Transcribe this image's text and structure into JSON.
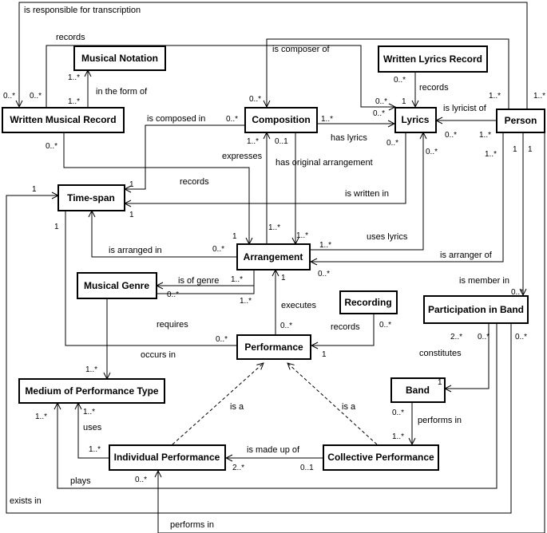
{
  "classes": {
    "musical_notation": "Musical Notation",
    "written_lyrics_record": "Written Lyrics Record",
    "written_musical_record": "Written Musical Record",
    "composition": "Composition",
    "lyrics": "Lyrics",
    "person": "Person",
    "time_span": "Time-span",
    "arrangement": "Arrangement",
    "musical_genre": "Musical Genre",
    "recording": "Recording",
    "participation_in_band": "Participation in Band",
    "performance": "Performance",
    "medium_of_performance_type": "Medium of Performance Type",
    "band": "Band",
    "individual_performance": "Individual Performance",
    "collective_performance": "Collective Performance"
  },
  "relations": {
    "is_responsible_for_transcription": "is responsible for transcription",
    "records_wmr": "records",
    "is_composer_of": "is composer of",
    "in_the_form_of": "in the form of",
    "records_wlr": "records",
    "is_lyricist_of": "is lyricist of",
    "is_composed_in": "is composed in",
    "has_lyrics": "has lyrics",
    "expresses": "expresses",
    "has_original_arrangement": "has original arrangement",
    "records_arr": "records",
    "is_written_in": "is written in",
    "uses_lyrics": "uses lyrics",
    "is_arranged_in": "is arranged in",
    "is_arranger_of": "is arranger of",
    "is_of_genre": "is of genre",
    "is_member_in": "is member in",
    "executes": "executes",
    "requires": "requires",
    "records_rec": "records",
    "occurs_in": "occurs in",
    "constitutes": "constitutes",
    "is_a_1": "is a",
    "is_a_2": "is a",
    "performs_in_band": "performs in",
    "uses": "uses",
    "is_made_up_of": "is made up of",
    "plays": "plays",
    "exists_in": "exists in",
    "performs_in": "performs in"
  },
  "multiplicities": {
    "m01": "0..*",
    "m02": "0..*",
    "m03": "1..*",
    "m04": "1..*",
    "m05": "0..*",
    "m06": "0..*",
    "m07": "1",
    "m08": "0..*",
    "m09": "0..*",
    "m10": "1..*",
    "m11": "1..*",
    "m12": "0..*",
    "m13": "1..*",
    "m14": "0..*",
    "m15": "0..*",
    "m16": "1..*",
    "m17": "1..*",
    "m18": "1",
    "m19": "1",
    "m20": "1..*",
    "m21": "1..*",
    "m22": "0..1",
    "m23": "1",
    "m24": "1",
    "m25": "1",
    "m26": "1",
    "m27": "1..*",
    "m28": "1..*",
    "m29": "0..*",
    "m30": "1",
    "m31": "0..*",
    "m32": "1..*",
    "m33": "0..*",
    "m34": "1",
    "m35": "1..*",
    "m36": "0..*",
    "m37": "0..*",
    "m38": "1",
    "m39": "1..*",
    "m40": "2..*",
    "m41": "0..*",
    "m42": "0..*",
    "m43": "1",
    "m44": "0..*",
    "m45": "1..*",
    "m46": "1..*",
    "m47": "1..*",
    "m48": "2..*",
    "m49": "0..1",
    "m50": "0..*",
    "m51": "0..*"
  }
}
